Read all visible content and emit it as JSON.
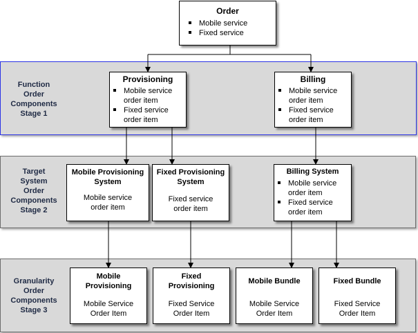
{
  "order": {
    "title": "Order",
    "items": [
      "Mobile service",
      "Fixed service"
    ]
  },
  "stage1": {
    "label": [
      "Function",
      "Order",
      "Components",
      "Stage 1"
    ],
    "provisioning": {
      "title": "Provisioning",
      "items": [
        [
          "Mobile service",
          "order item"
        ],
        [
          "Fixed service",
          "order item"
        ]
      ]
    },
    "billing": {
      "title": "Billing",
      "items": [
        [
          "Mobile service",
          "order item"
        ],
        [
          "Fixed service",
          "order item"
        ]
      ]
    }
  },
  "stage2": {
    "label": [
      "Target",
      "System",
      "Order",
      "Components",
      "Stage 2"
    ],
    "mobile_provisioning_system": {
      "title": [
        "Mobile Provisioning",
        "System"
      ],
      "body": [
        "Mobile service",
        "order item"
      ]
    },
    "fixed_provisioning_system": {
      "title": [
        "Fixed Provisioning",
        "System"
      ],
      "body": [
        "Fixed service",
        "order item"
      ]
    },
    "billing_system": {
      "title": "Billing System",
      "items": [
        [
          "Mobile service",
          "order item"
        ],
        [
          "Fixed service",
          "order item"
        ]
      ]
    }
  },
  "stage3": {
    "label": [
      "Granularity",
      "Order",
      "Components",
      "Stage 3"
    ],
    "mobile_provisioning": {
      "title": [
        "Mobile",
        "Provisioning"
      ],
      "body": [
        "Mobile Service",
        "Order Item"
      ]
    },
    "fixed_provisioning": {
      "title": [
        "Fixed",
        "Provisioning"
      ],
      "body": [
        "Fixed Service",
        "Order Item"
      ]
    },
    "mobile_bundle": {
      "title": "Mobile Bundle",
      "body": [
        "Mobile Service",
        "Order Item"
      ]
    },
    "fixed_bundle": {
      "title": "Fixed Bundle",
      "body": [
        "Fixed Service",
        "Order Item"
      ]
    }
  },
  "colors": {
    "band_fill": "#d9d9d9",
    "band_border": "#6d6d6d",
    "stage1_border": "#2b33e6",
    "box_fill": "#ffffff"
  }
}
